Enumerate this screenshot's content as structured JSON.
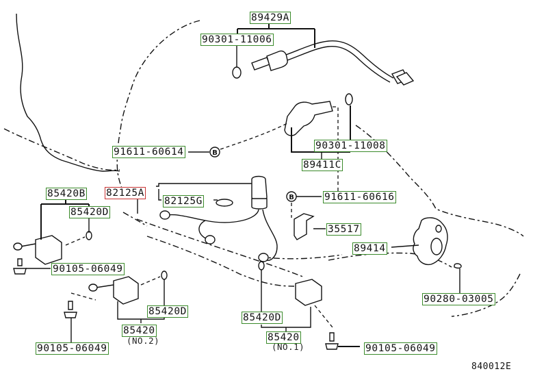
{
  "diagram": {
    "title": "Parts diagram",
    "figure_number": "840012E",
    "reference_marker": "B",
    "label_border_color": "#3a8a2a",
    "highlight_border_color": "#c83232",
    "labels": {
      "p89429A": "89429A",
      "p90301_11006": "90301-11006",
      "p91611_60614": "91611-60614",
      "p90301_11008": "90301-11008",
      "p89411C": "89411C",
      "p82125A": "82125A",
      "p82125G": "82125G",
      "p91611_60616": "91611-60616",
      "p85420B": "85420B",
      "p85420D_left": "85420D",
      "p35517": "35517",
      "p89414": "89414",
      "p90105_06049_left": "90105-06049",
      "p85420D_mid": "85420D",
      "p85420_no2": "85420",
      "p90105_06049_bottom": "90105-06049",
      "p85420D_right": "85420D",
      "p85420_no1": "85420",
      "p90105_06049_right": "90105-06049",
      "p90280_03005": "90280-03005"
    },
    "sublabels": {
      "no2": "(NO.2)",
      "no1": "(NO.1)"
    }
  }
}
